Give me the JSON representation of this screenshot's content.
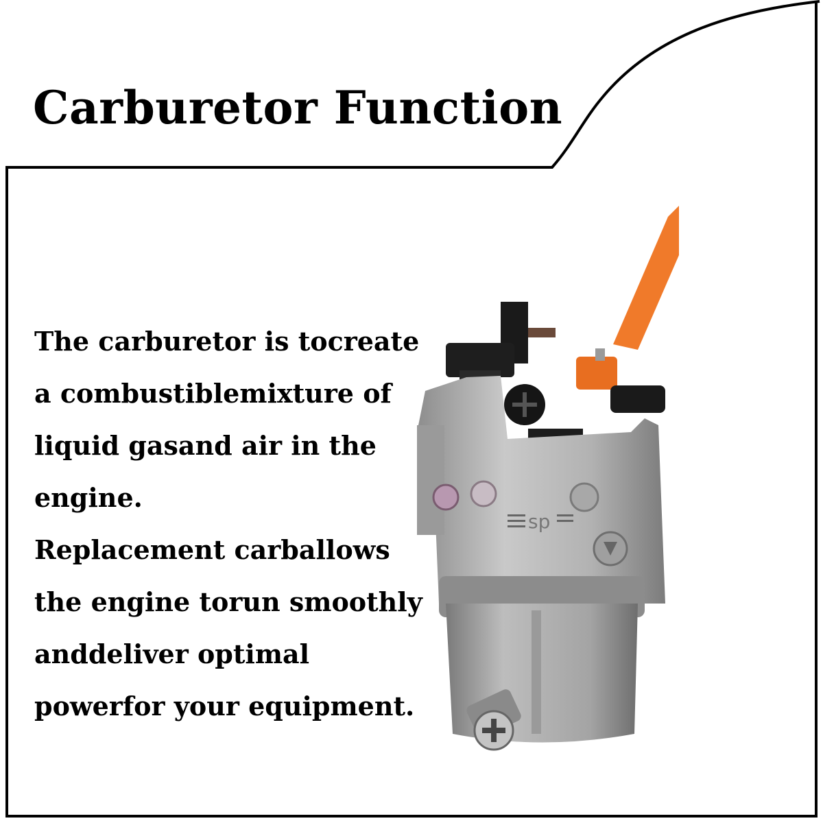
{
  "title": "Carburetor Function",
  "body_lines": [
    "The carburetor is tocreate",
    "a combustiblemixture of",
    "liquid gasand air in the",
    "engine.",
    "Replacement carballows",
    "the engine torun smoothly",
    "anddeliver optimal",
    "powerfor your equipment."
  ],
  "product": {
    "name": "carburetor",
    "logo_text": "sp",
    "colors": {
      "body": "#b4b4b4",
      "lever": "#f07a2a",
      "plastic": "#1a1a1a",
      "primer_plug": "#b898b0"
    }
  },
  "frame": {
    "color": "#000000"
  }
}
